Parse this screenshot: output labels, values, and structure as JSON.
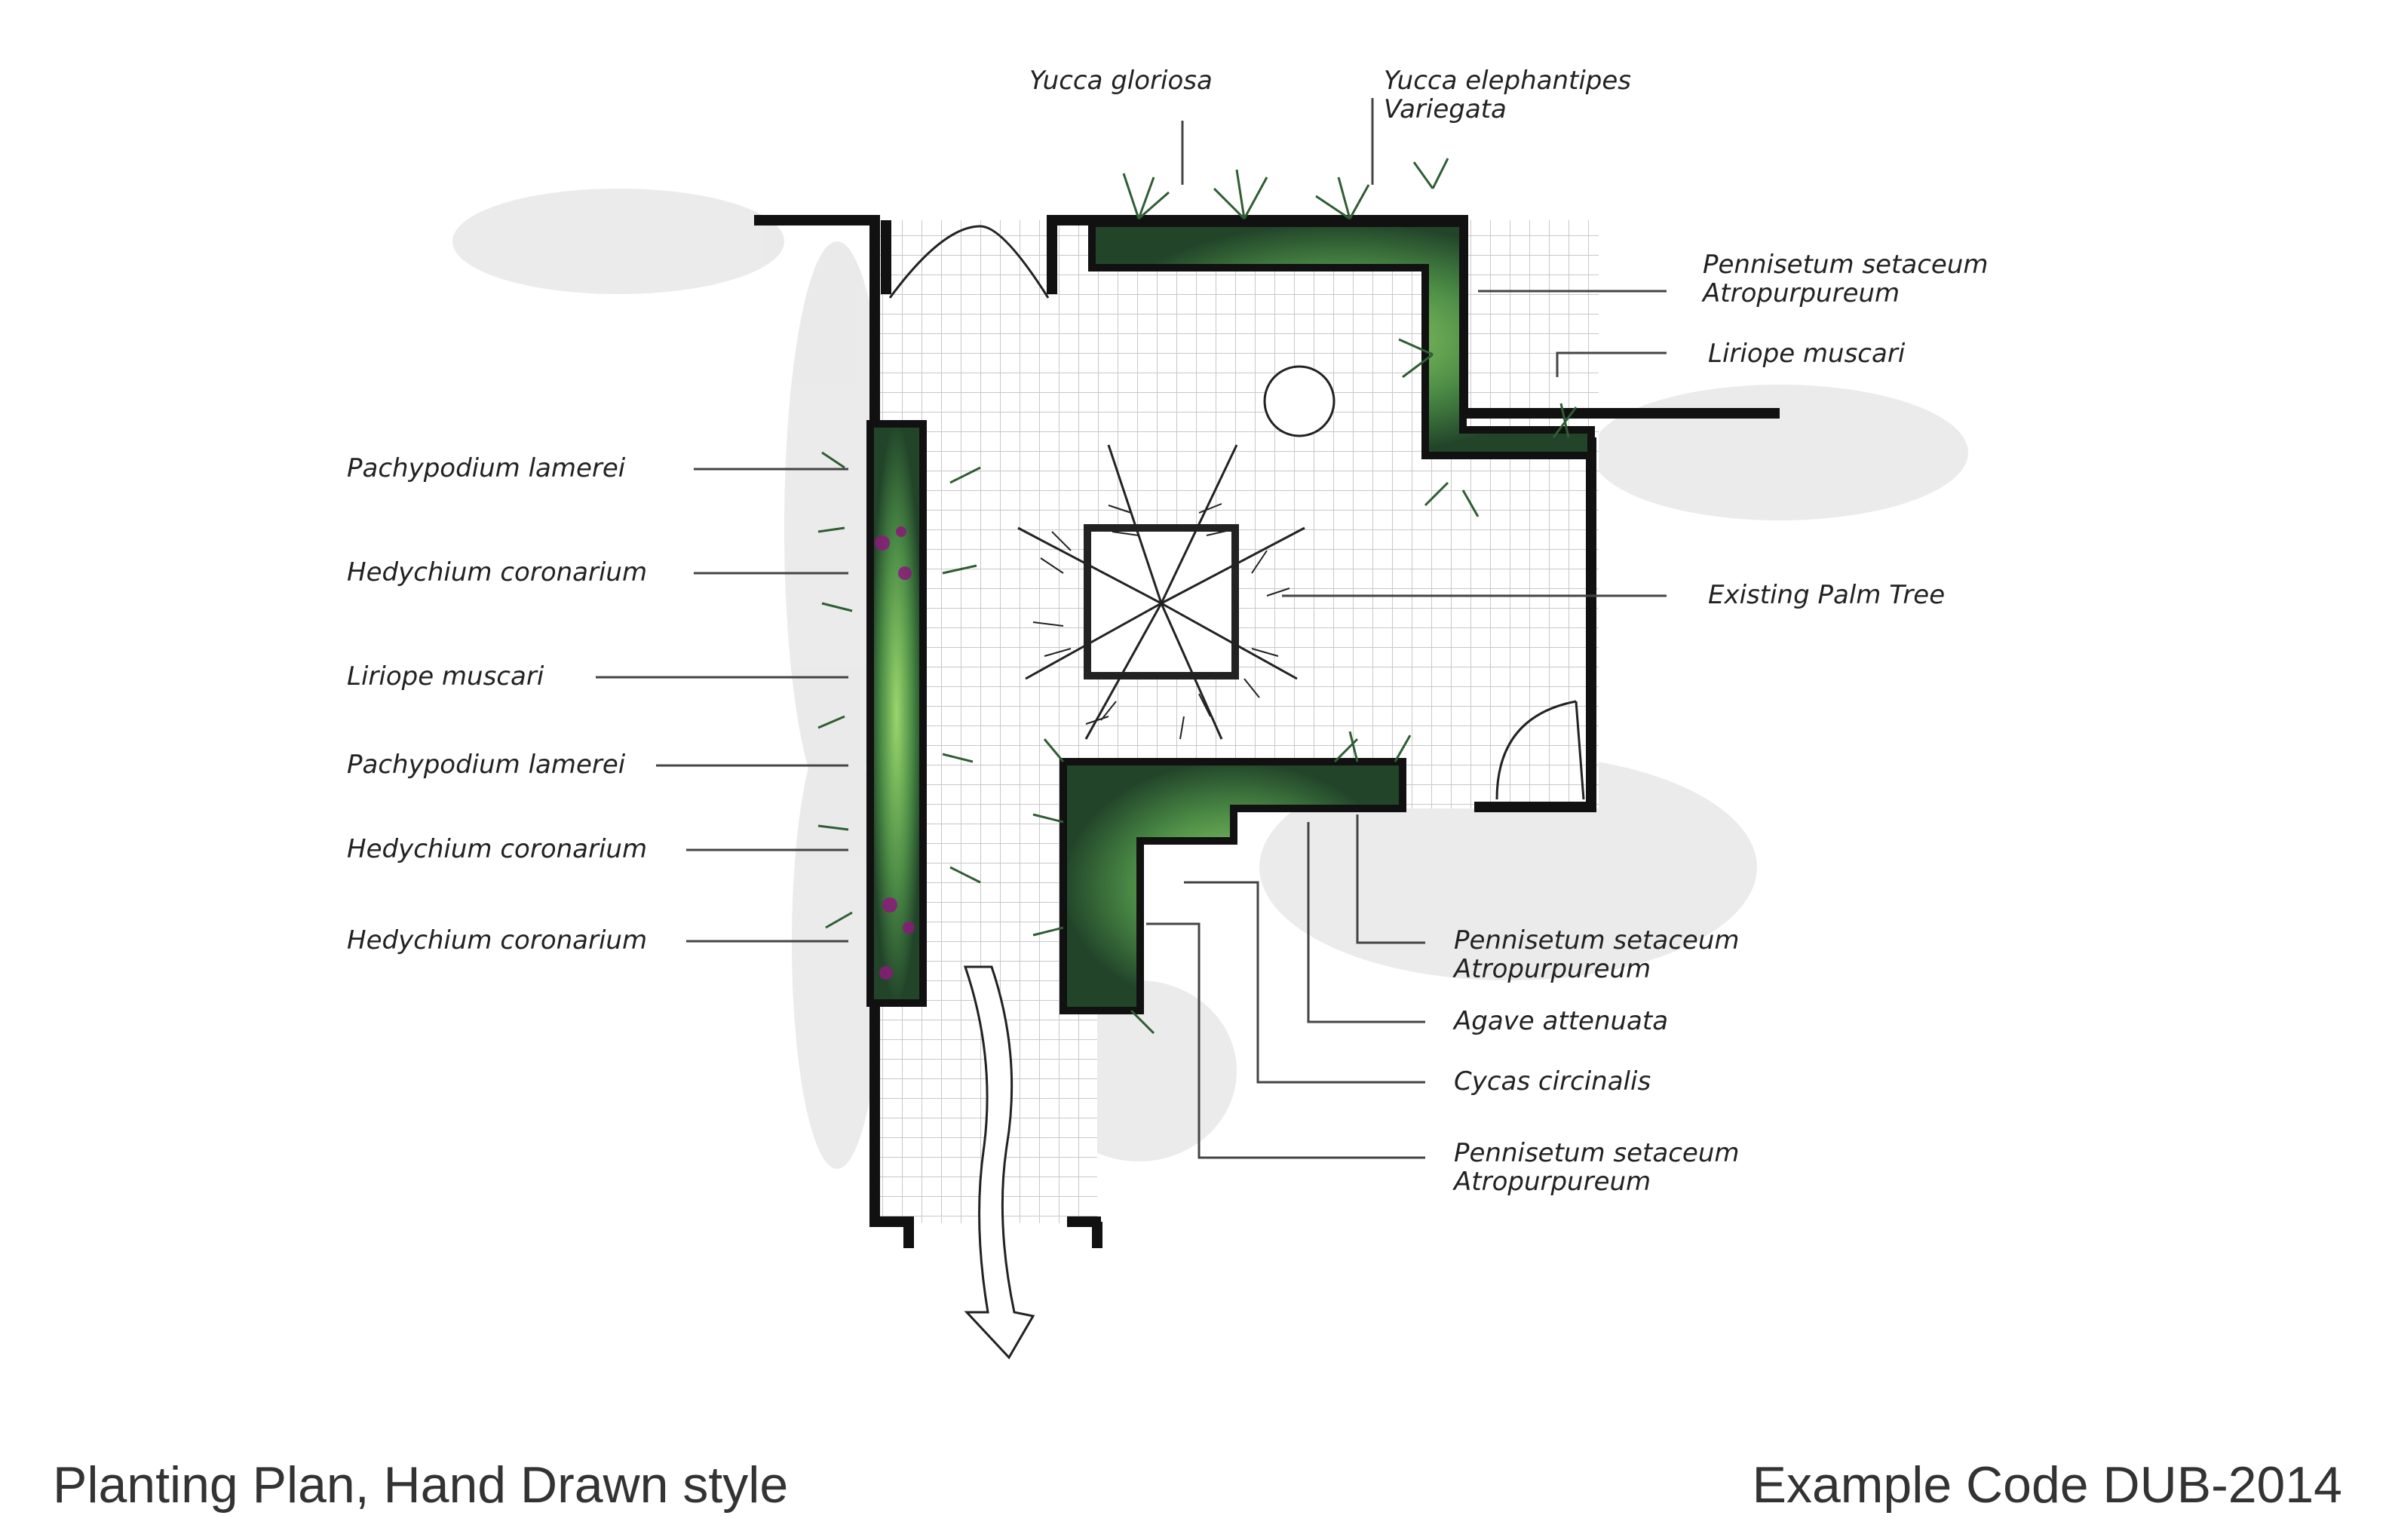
{
  "caption": {
    "title": "Planting Plan, Hand Drawn style",
    "code": "Example Code DUB-2014"
  },
  "labels": {
    "yucca_gloriosa": "Yucca gloriosa",
    "yucca_elephantipes_1": "Yucca elephantipes",
    "yucca_elephantipes_2": "Variegata",
    "pennisetum_top_1": "Pennisetum setaceum",
    "pennisetum_top_2": "Atropurpureum",
    "liriope_right": "Liriope muscari",
    "existing_palm": "Existing Palm Tree",
    "pachypodium_1": "Pachypodium lamerei",
    "hedychium_1": "Hedychium coronarium",
    "liriope_left": "Liriope muscari",
    "pachypodium_2": "Pachypodium lamerei",
    "hedychium_2": "Hedychium coronarium",
    "hedychium_3": "Hedychium coronarium",
    "pennisetum_mid_1": "Pennisetum setaceum",
    "pennisetum_mid_2": "Atropurpureum",
    "agave": "Agave attenuata",
    "cycas": "Cycas circinalis",
    "pennisetum_low_1": "Pennisetum setaceum",
    "pennisetum_low_2": "Atropurpureum"
  },
  "colors": {
    "foliage_dark": "#2f5d34",
    "foliage_light": "#8fcf6a",
    "foliage_accent": "#4bb05a",
    "flower": "#8b1a7a",
    "shadow": "#dcdcdc",
    "wall": "#111111"
  }
}
